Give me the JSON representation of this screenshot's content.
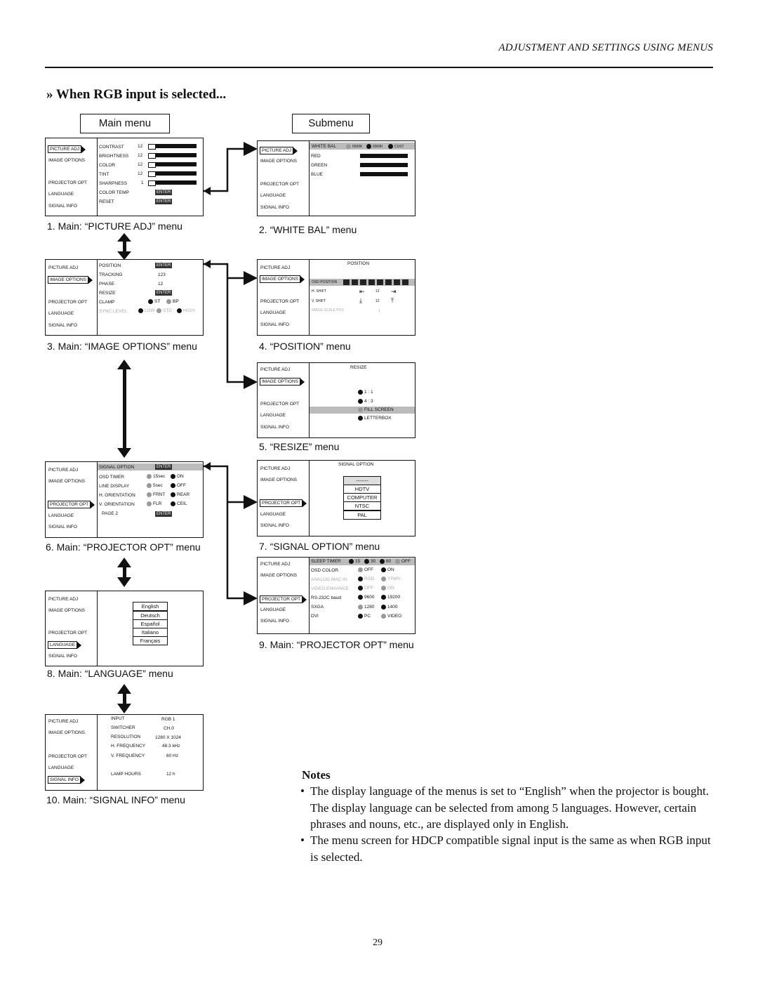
{
  "header": {
    "title": "ADJUSTMENT AND SETTINGS USING MENUS"
  },
  "section_title": "» When RGB input is selected...",
  "labels": {
    "main_menu": "Main menu",
    "submenu": "Submenu"
  },
  "side": {
    "picture_adj": "PICTURE ADJ",
    "image_options": "IMAGE OPTIONS",
    "projector_opt": "PROJECTOR OPT",
    "language": "LANGUAGE",
    "signal_info": "SIGNAL INFO"
  },
  "enter": "ENTER",
  "captions": {
    "c1": "1. Main: “PICTURE ADJ” menu",
    "c2": "2. “WHITE BAL” menu",
    "c3": "3. Main: “IMAGE OPTIONS” menu",
    "c4": "4. “POSITION” menu",
    "c5": "5. “RESIZE” menu",
    "c6": "6. Main: “PROJECTOR OPT” menu",
    "c7": "7. “SIGNAL OPTION” menu",
    "c8": "8. Main: “LANGUAGE” menu",
    "c9": "9. Main: “PROJECTOR OPT” menu",
    "c10": "10. Main: “SIGNAL INFO” menu"
  },
  "picture_adj": {
    "items": [
      {
        "label": "CONTRAST",
        "value": "12"
      },
      {
        "label": "BRIGHTNESS",
        "value": "12"
      },
      {
        "label": "COLOR",
        "value": "12"
      },
      {
        "label": "TINT",
        "value": "12"
      },
      {
        "label": "SHARPNESS",
        "value": "1"
      },
      {
        "label": "COLOR TEMP",
        "value": ""
      },
      {
        "label": "RESET",
        "value": ""
      }
    ]
  },
  "white_bal": {
    "header": "WHITE BAL",
    "opt1": "6500K",
    "opt2": "9300K",
    "opt3": "CUST",
    "items": [
      "RED",
      "GREEN",
      "BLUE"
    ]
  },
  "image_options": {
    "position": "POSITION",
    "tracking": "TRACKING",
    "tracking_val": "123",
    "phase": "PHASE",
    "phase_val": "12",
    "resize": "RESIZE",
    "clamp": "CLAMP",
    "clamp_st": "ST",
    "clamp_bp": "BP",
    "sync": "SYNC LEVEL",
    "sync_low": "LOW",
    "sync_std": "STD",
    "sync_high": "HIGH"
  },
  "position_menu": {
    "title": "POSITION",
    "osd": "OSD POSITION",
    "hshift": "H. SHIFT",
    "hval": "12",
    "vshift": "V. SHIFT",
    "vval": "12",
    "image_scale": "IMAGE SCALE POS",
    "image_scale_val": "1"
  },
  "resize_menu": {
    "title": "RESIZE",
    "o1": "1 : 1",
    "o2": "4 : 3",
    "o3": "FILL SCREEN",
    "o4": "LETTERBOX"
  },
  "projector_opt": {
    "signal_option": "SIGNAL OPTION",
    "osd_timer": "OSD TIMER",
    "osd_a": "15sec",
    "osd_b": "ON",
    "line_display": "LINE DISPLAY",
    "ld_a": "5sec",
    "ld_b": "OFF",
    "h_orient": "H. ORIENTATION",
    "h_a": "FRNT",
    "h_b": "REAR",
    "v_orient": "V. ORIENTATION",
    "v_a": "FLR",
    "v_b": "CEIL",
    "page2": "PAGE 2"
  },
  "signal_option_menu": {
    "title": "SIGNAL OPTION",
    "dashes": "-------",
    "opts": [
      "HDTV",
      "COMPUTER",
      "NTSC",
      "PAL"
    ]
  },
  "language_menu": {
    "langs": [
      "English",
      "Deutsch",
      "Español",
      "Italiano",
      "Français"
    ]
  },
  "proj_opt_p2": {
    "sleep": "SLEEP TIMER",
    "s1": "15",
    "s2": "30",
    "s3": "60",
    "s4": "OFF",
    "osd_color": "OSD COLOR",
    "oc_a": "OFF",
    "oc_b": "ON",
    "analog": "ANALOG MAC IN",
    "an_a": "RGB",
    "an_b": "YPbPr",
    "video": "VIDEO ENHANCE",
    "ve_a": "OFF",
    "ve_b": "ON",
    "rs": "RS-232C baud",
    "rs_a": "9600",
    "rs_b": "19200",
    "sxga": "SXGA",
    "sx_a": "1280",
    "sx_b": "1400",
    "dvi": "DVI",
    "dv_a": "PC",
    "dv_b": "VIDEO"
  },
  "signal_info": {
    "rows": [
      {
        "label": "INPUT",
        "value": "RGB 1"
      },
      {
        "label": "SWITCHER",
        "value": "CH.0"
      },
      {
        "label": "RESOLUTION",
        "value": "1280 X 1024"
      },
      {
        "label": "H. FREQUENCY",
        "value": "48.3 kHz"
      },
      {
        "label": "V. FREQUENCY",
        "value": "60 Hz"
      },
      {
        "label": "LAMP HOURS",
        "value": "12 h"
      }
    ]
  },
  "notes": {
    "title": "Notes",
    "n1": "The display language of the menus is set to “English” when the projector is bought. The display language can be selected from among 5 languages. However, certain phrases and nouns, etc., are displayed only in English.",
    "n2": "The menu screen for HDCP compatible signal input is the same as when RGB input is selected."
  },
  "page_number": "29"
}
